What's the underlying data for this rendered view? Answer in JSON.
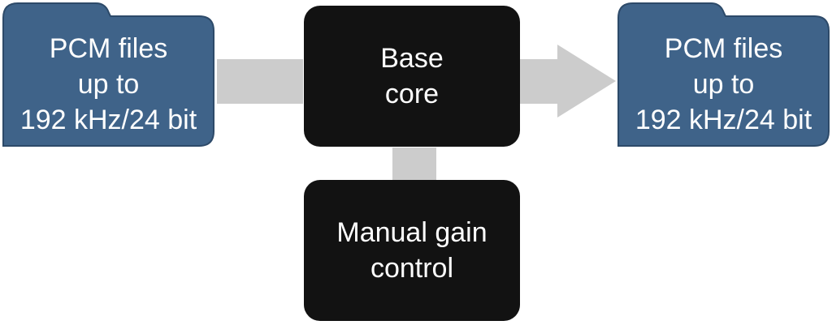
{
  "nodes": {
    "input": {
      "lines": [
        "PCM files",
        "up to",
        "192 kHz/24 bit"
      ]
    },
    "core": {
      "lines": [
        "Base",
        "core"
      ]
    },
    "gain": {
      "lines": [
        "Manual gain",
        "control"
      ]
    },
    "output": {
      "lines": [
        "PCM files",
        "up to",
        "192 kHz/24 bit"
      ]
    }
  },
  "colors": {
    "folder_fill": "#3f6389",
    "folder_stroke": "#2d4a69",
    "block_fill": "#121212",
    "connector": "#cccccc",
    "text": "#ffffff"
  }
}
